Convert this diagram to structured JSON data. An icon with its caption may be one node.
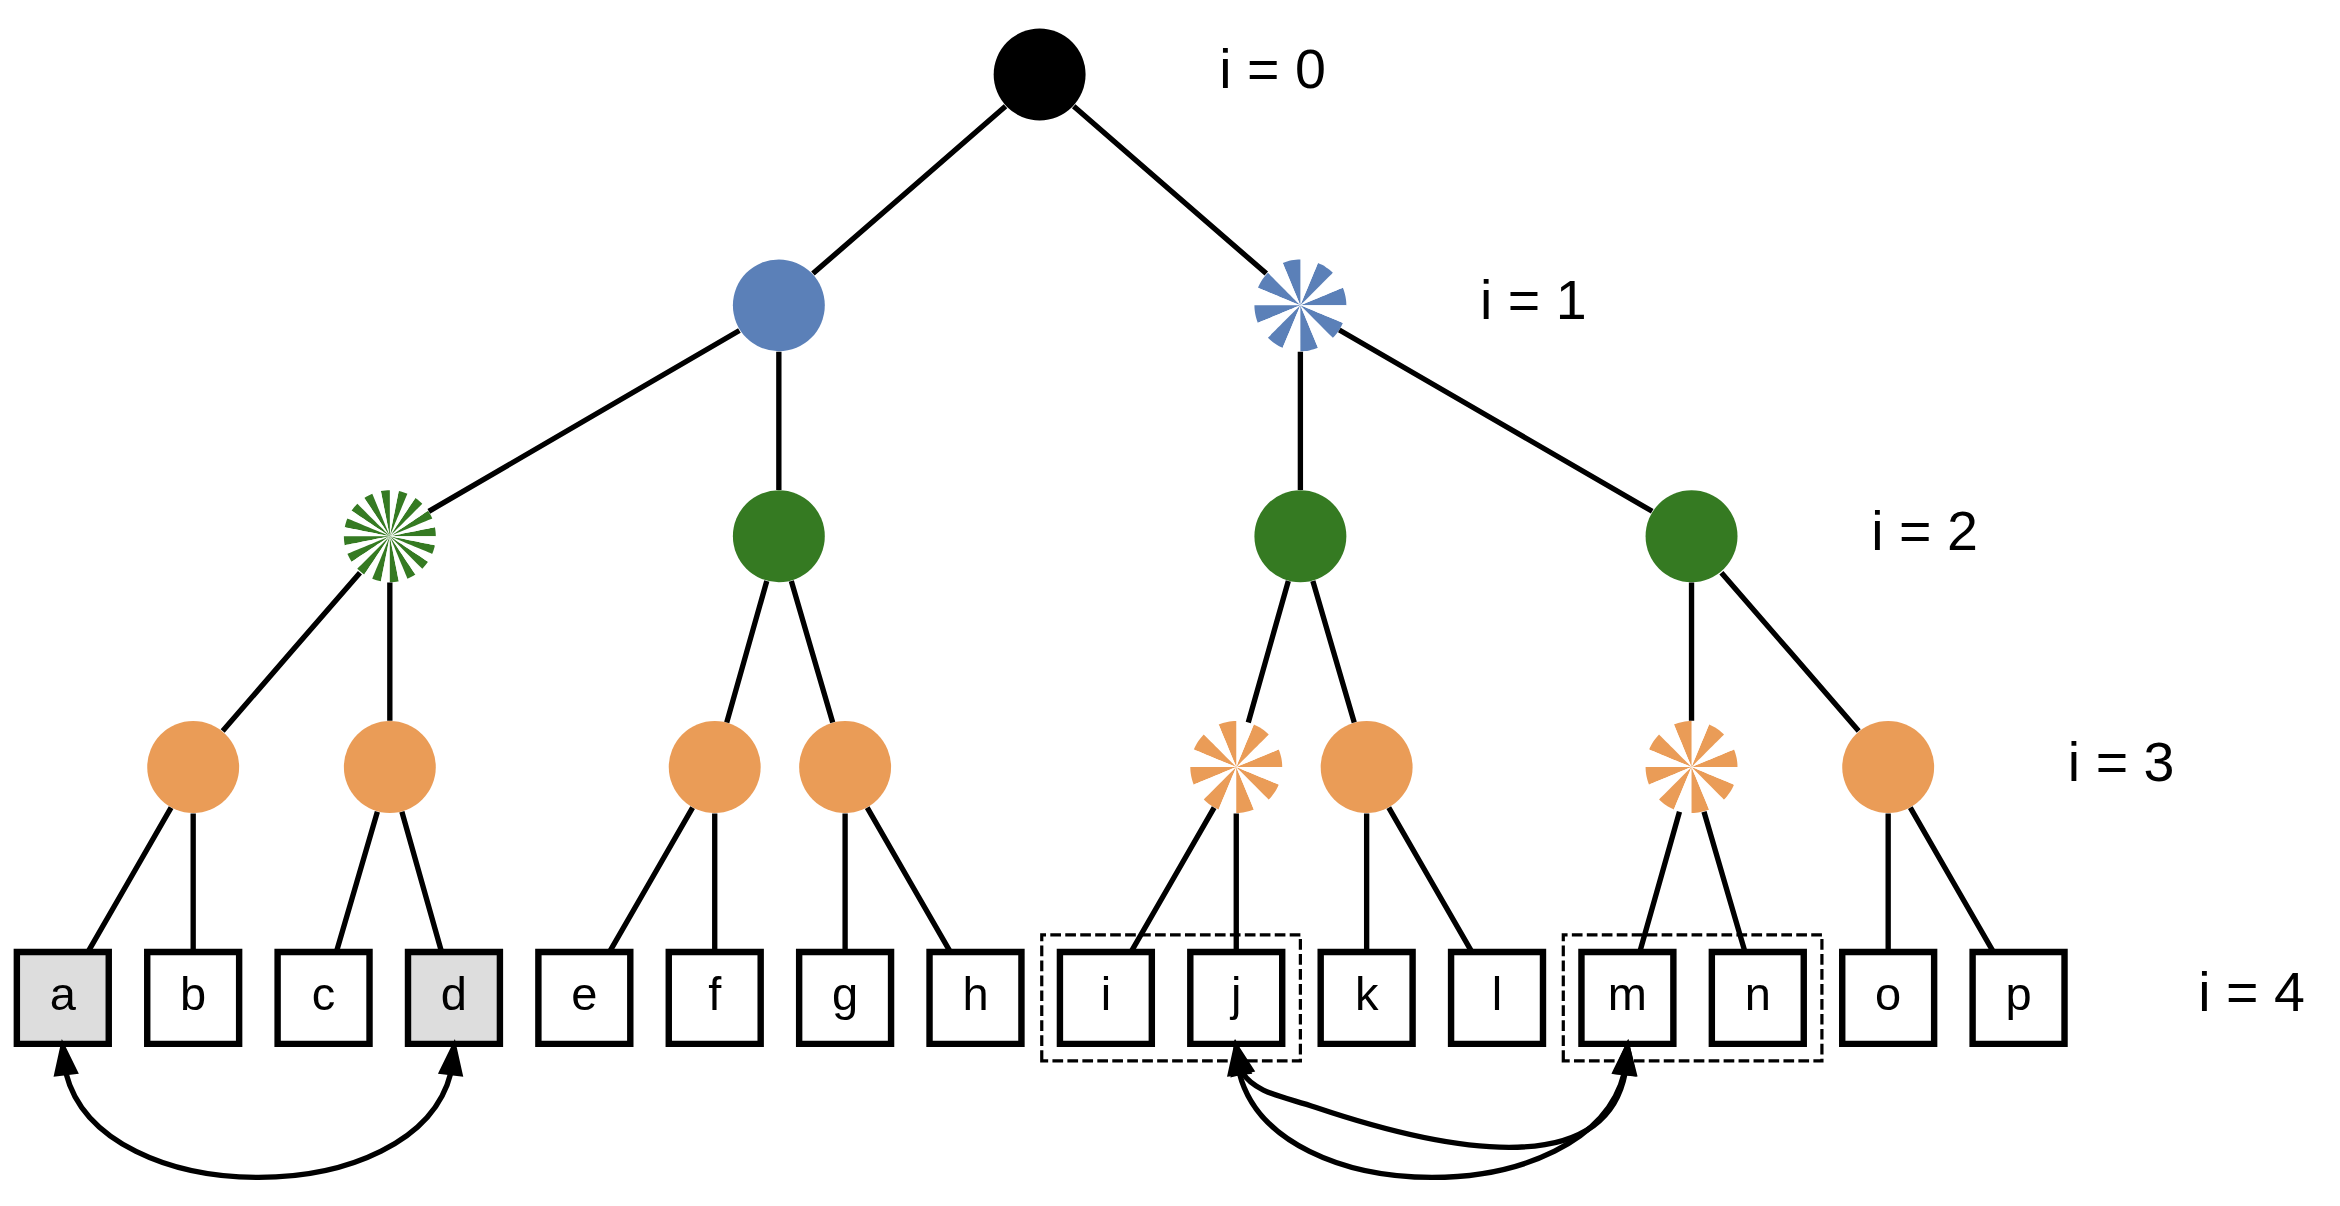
{
  "diagram": {
    "nodes": [
      {
        "text": [],
        "shape": "circle"
      },
      {
        "text": [],
        "shape": "circle"
      },
      {
        "text": [],
        "shape": "circle"
      },
      {
        "text": [],
        "shape": "circle"
      },
      {
        "text": [],
        "shape": "circle"
      },
      {
        "text": [],
        "shape": "circle"
      },
      {
        "text": [],
        "shape": "circle"
      },
      {
        "text": [],
        "shape": "circle"
      },
      {
        "text": [],
        "shape": "circle"
      },
      {
        "text": [],
        "shape": "circle"
      },
      {
        "text": [],
        "shape": "circle"
      },
      {
        "text": [],
        "shape": "circle"
      },
      {
        "text": [],
        "shape": "circle"
      },
      {
        "text": [],
        "shape": "circle"
      },
      {
        "text": [],
        "shape": "circle"
      },
      {
        "text": [
          "a"
        ]
      },
      {
        "text": [
          "b"
        ]
      },
      {
        "text": [
          "c"
        ]
      },
      {
        "text": [
          "d"
        ]
      },
      {
        "text": [
          "e"
        ]
      },
      {
        "text": [
          "f"
        ]
      },
      {
        "text": [
          "g"
        ]
      },
      {
        "text": [
          "h"
        ]
      },
      {
        "text": [],
        "shape": "box"
      },
      {
        "text": [
          "i"
        ],
        "in": 23
      },
      {
        "text": [
          "j"
        ],
        "in": 23
      },
      {
        "text": [
          "k"
        ]
      },
      {
        "text": [
          "l"
        ]
      },
      {
        "text": [],
        "shape": "box"
      },
      {
        "text": [
          "m"
        ],
        "in": 28
      },
      {
        "text": [
          "n"
        ],
        "in": 28
      },
      {
        "text": [
          "o"
        ]
      },
      {
        "text": [
          "p"
        ]
      }
    ],
    "edges": [
      {
        "from": 0,
        "to": 1,
        "arrow": "none"
      },
      {
        "from": 0,
        "to": 2,
        "arrow": "none"
      },
      {
        "from": 1,
        "to": 3,
        "arrow": "none"
      },
      {
        "from": 1,
        "to": 4,
        "arrow": "none"
      },
      {
        "from": 2,
        "to": 5,
        "arrow": "none"
      },
      {
        "from": 2,
        "to": 6,
        "arrow": "none"
      },
      {
        "from": 3,
        "to": 7,
        "arrow": "none"
      },
      {
        "from": 3,
        "to": 8,
        "arrow": "none"
      },
      {
        "from": 4,
        "to": 9,
        "arrow": "none"
      },
      {
        "from": 4,
        "to": 10,
        "arrow": "none"
      },
      {
        "from": 5,
        "to": 11,
        "arrow": "none"
      },
      {
        "from": 5,
        "to": 12,
        "arrow": "none"
      },
      {
        "from": 6,
        "to": 13,
        "arrow": "none"
      },
      {
        "from": 6,
        "to": 14,
        "arrow": "none"
      },
      {
        "from": 7,
        "to": 15,
        "arrow": "none"
      },
      {
        "from": 7,
        "to": 16,
        "arrow": "none"
      },
      {
        "from": 8,
        "to": 17,
        "arrow": "none"
      },
      {
        "from": 8,
        "to": 18,
        "arrow": "none"
      },
      {
        "from": 9,
        "to": 19,
        "arrow": "none"
      },
      {
        "from": 9,
        "to": 20,
        "arrow": "none"
      },
      {
        "from": 10,
        "to": 21,
        "arrow": "none"
      },
      {
        "from": 10,
        "to": 22,
        "arrow": "none"
      },
      {
        "from": 11,
        "to": 24,
        "arrow": "none"
      },
      {
        "from": 11,
        "to": 25,
        "arrow": "none"
      },
      {
        "from": 12,
        "to": 26,
        "arrow": "none"
      },
      {
        "from": 12,
        "to": 27,
        "arrow": "none"
      },
      {
        "from": 13,
        "to": 29,
        "arrow": "none"
      },
      {
        "from": 13,
        "to": 30,
        "arrow": "none"
      },
      {
        "from": 14,
        "to": 31,
        "arrow": "none"
      },
      {
        "from": 14,
        "to": 32,
        "arrow": "none"
      },
      {
        "from": 15,
        "to": 18,
        "arrow": "both"
      },
      {
        "from": 23,
        "to": 28,
        "arrow": "both"
      }
    ],
    "labels": [
      "i = 0",
      "i = 1",
      "i = 2",
      "i = 3",
      "i = 4"
    ]
  }
}
